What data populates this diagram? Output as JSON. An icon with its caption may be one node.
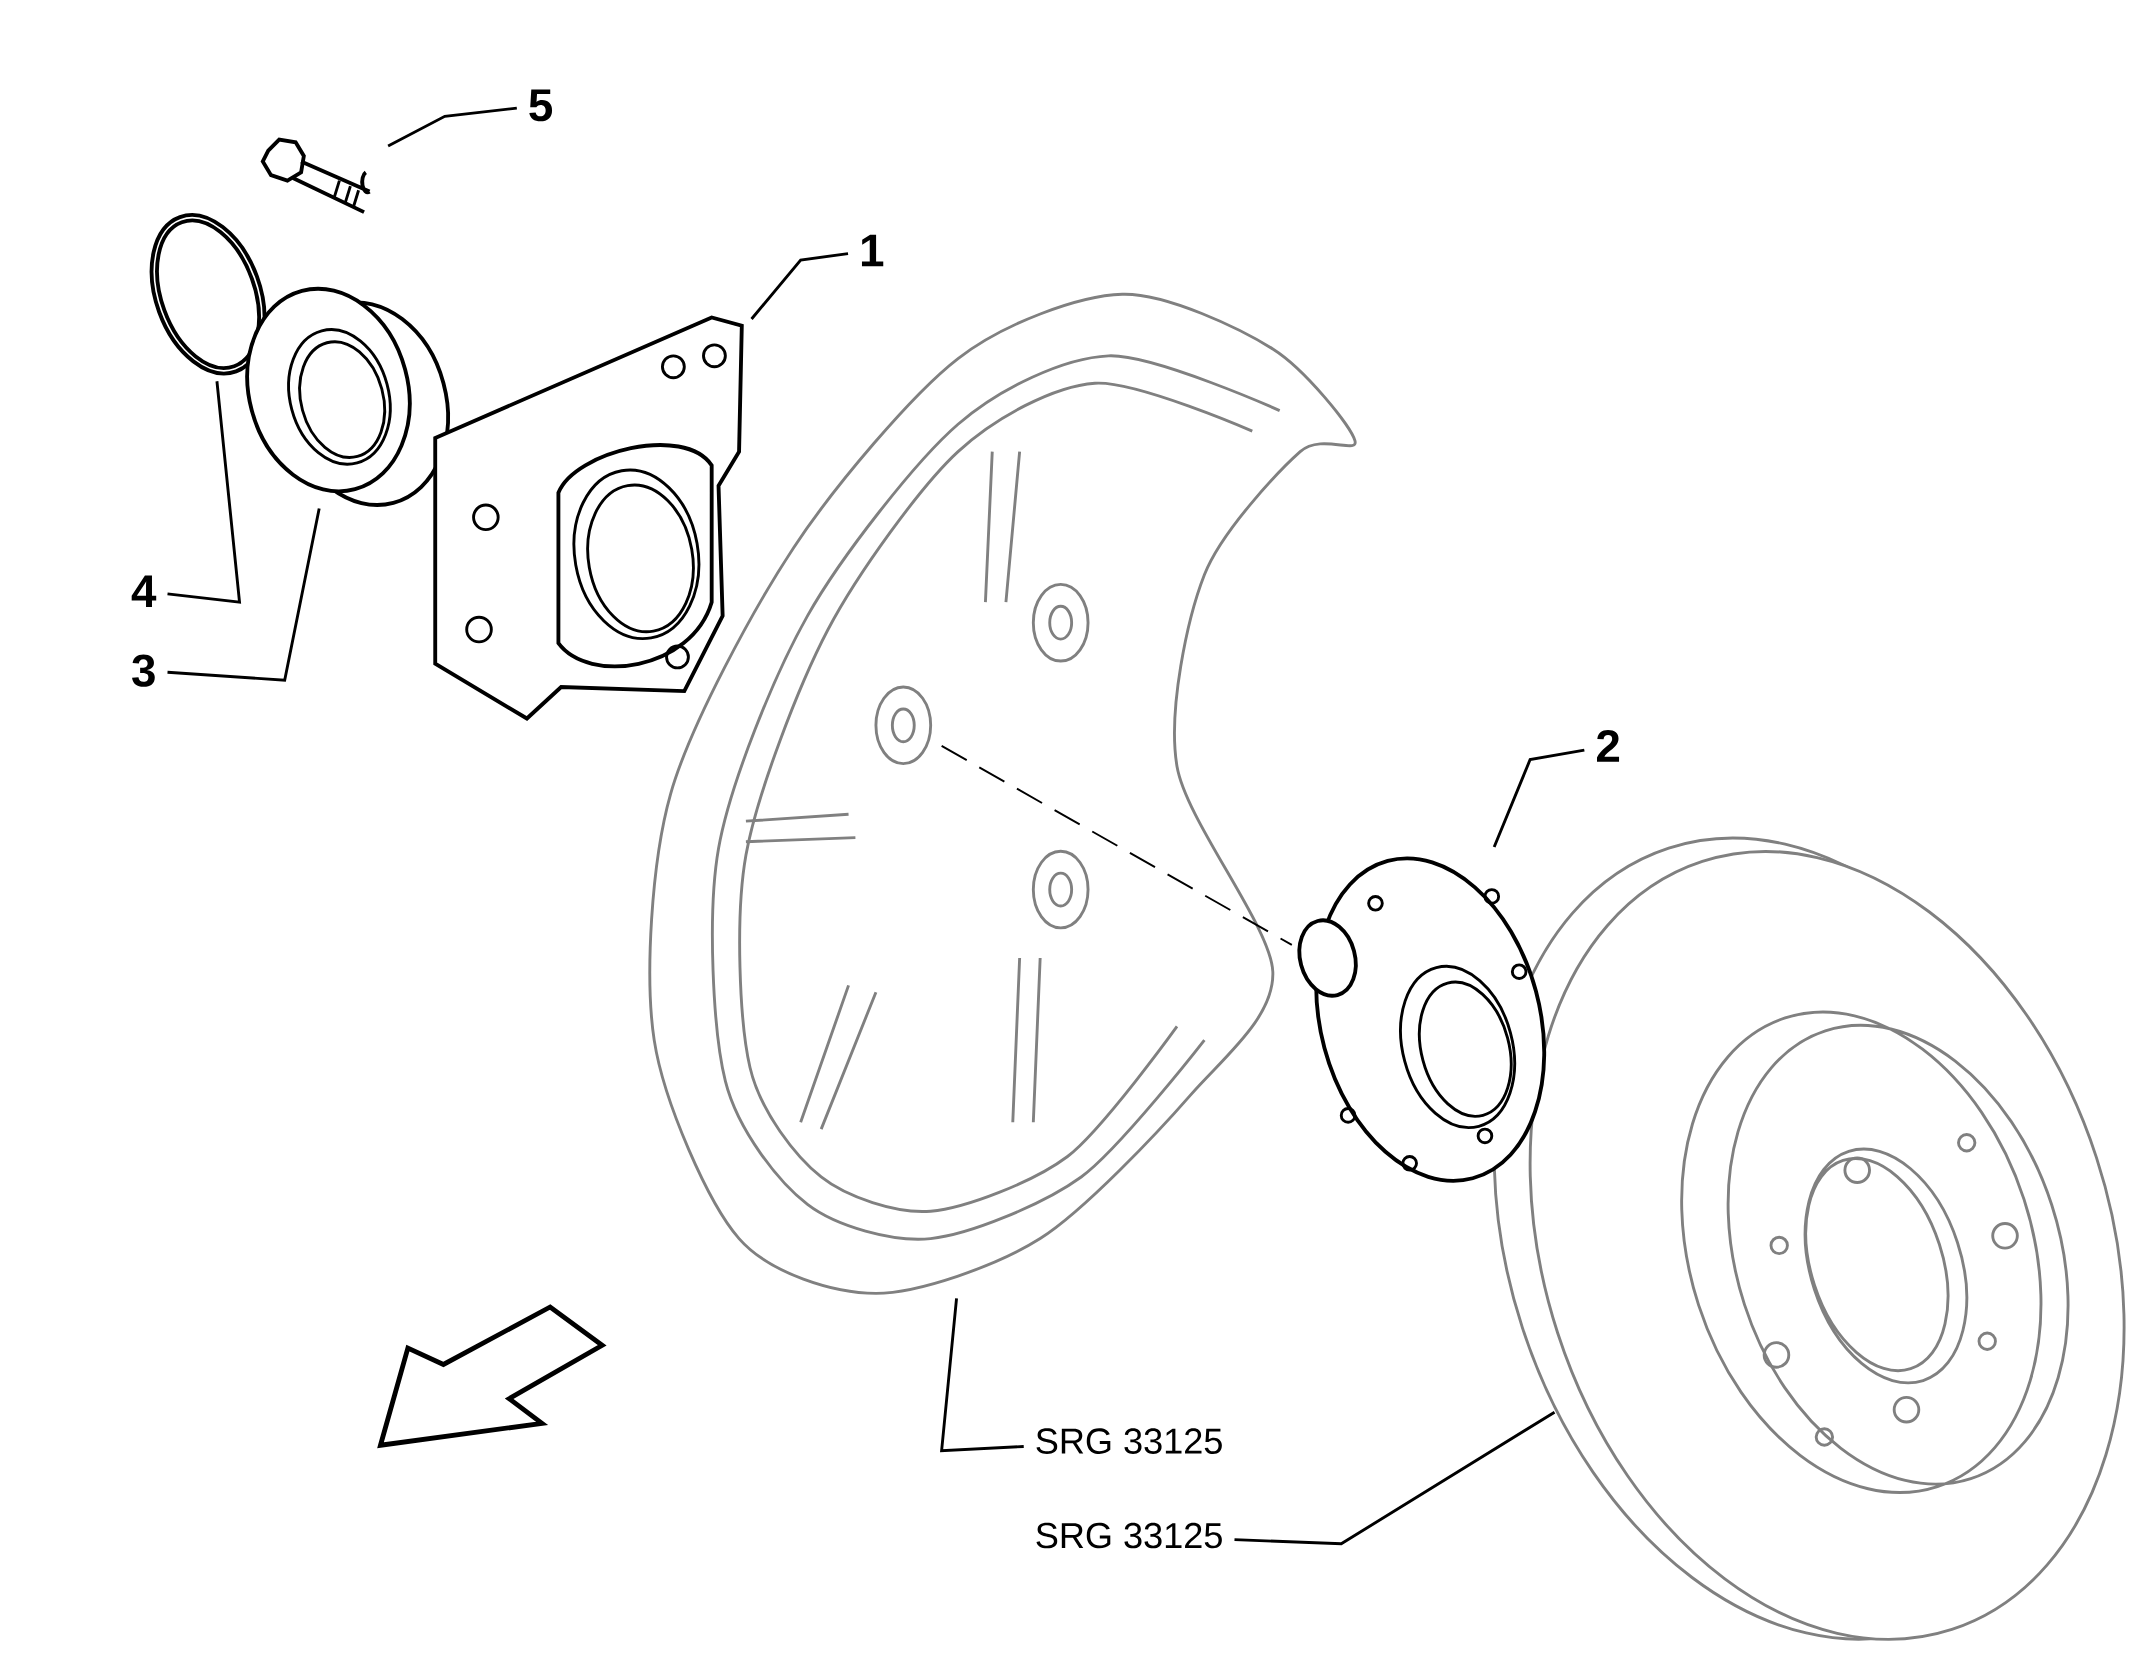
{
  "diagram": {
    "nodes": [
      {
        "text": [
          "5"
        ]
      },
      {
        "text": [],
        "shape": "picture"
      },
      {
        "text": [
          "1"
        ]
      },
      {
        "text": [],
        "shape": "picture"
      },
      {
        "text": [],
        "shape": "picture"
      },
      {
        "text": [],
        "shape": "picture"
      },
      {
        "text": [
          "4"
        ]
      },
      {
        "text": [
          "3"
        ]
      },
      {
        "text": [
          "2"
        ]
      },
      {
        "text": [],
        "shape": "picture"
      },
      {
        "text": [],
        "shape": "picture"
      },
      {
        "text": [],
        "shape": "picture"
      },
      {
        "text": [
          "SRG 33125"
        ]
      },
      {
        "text": [
          "SRG 33125"
        ]
      }
    ],
    "edges": [
      {
        "from": 0,
        "to": 1,
        "arrow": "none"
      },
      {
        "from": 2,
        "to": 5,
        "arrow": "none"
      },
      {
        "from": 6,
        "to": 3,
        "arrow": "none"
      },
      {
        "from": 7,
        "to": 4,
        "arrow": "none"
      },
      {
        "from": 8,
        "to": 10,
        "arrow": "none"
      },
      {
        "from": 12,
        "to": 9,
        "arrow": "none"
      },
      {
        "from": 13,
        "to": 11,
        "arrow": "none"
      },
      {
        "from": 9,
        "to": 10,
        "arrow": "none",
        "style": "dashed"
      }
    ]
  }
}
